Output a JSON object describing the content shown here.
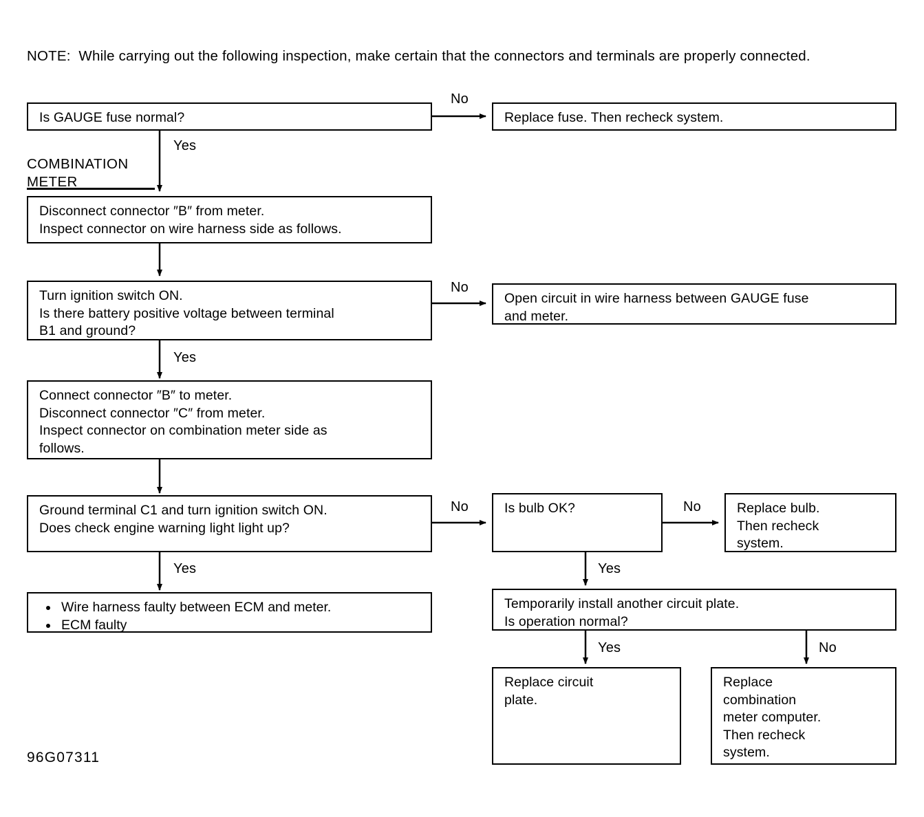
{
  "page": {
    "note": "NOTE:  While carrying out the following inspection, make certain that the connectors and terminals are properly connected.",
    "figure_id": "96G07311",
    "section_label": "COMBINATION\nMETER",
    "ink_color": "#000000",
    "background_color": "#ffffff"
  },
  "boxes": {
    "gauge_fuse": "Is GAUGE fuse normal?",
    "replace_fuse": "Replace fuse. Then recheck system.",
    "disconnect_b": "Disconnect connector ″B″ from meter.\nInspect connector on wire harness side as follows.",
    "battery_voltage": "Turn ignition switch ON.\nIs there battery positive voltage between terminal\nB1 and ground?",
    "open_circuit": "Open circuit in wire harness between GAUGE fuse\nand meter.",
    "connect_b_disconnect_c": "Connect connector ″B″ to meter.\nDisconnect connector ″C″ from meter.\nInspect connector on combination meter side as\nfollows.",
    "ground_c1": "Ground terminal C1 and turn ignition switch ON.\nDoes check engine warning light light up?",
    "faulty_list": [
      "Wire harness faulty between ECM and meter.",
      "ECM faulty"
    ],
    "is_bulb_ok": "Is bulb OK?",
    "replace_bulb": "Replace bulb.\nThen recheck\nsystem.",
    "circuit_plate_test": "Temporarily install another circuit plate.\nIs operation normal?",
    "replace_circuit_plate": "Replace circuit\nplate.",
    "replace_meter_computer": "Replace\ncombination\nmeter computer.\nThen recheck\nsystem."
  },
  "edge_labels": {
    "fuse_no": "No",
    "fuse_yes": "Yes",
    "voltage_no": "No",
    "voltage_yes": "Yes",
    "ground_no": "No",
    "ground_yes": "Yes",
    "bulb_no": "No",
    "bulb_yes": "Yes",
    "plate_yes": "Yes",
    "plate_no": "No"
  },
  "chart_data": {
    "type": "flowchart",
    "title": "Check engine warning light diagnostic flow",
    "nodes": [
      {
        "id": "gauge_fuse",
        "kind": "decision",
        "text": "Is GAUGE fuse normal?"
      },
      {
        "id": "replace_fuse",
        "kind": "action",
        "text": "Replace fuse. Then recheck system."
      },
      {
        "id": "disconnect_b",
        "kind": "action",
        "text": "Disconnect connector ″B″ from meter. Inspect connector on wire harness side as follows."
      },
      {
        "id": "battery_voltage",
        "kind": "decision",
        "text": "Turn ignition switch ON. Is there battery positive voltage between terminal B1 and ground?"
      },
      {
        "id": "open_circuit",
        "kind": "action",
        "text": "Open circuit in wire harness between GAUGE fuse and meter."
      },
      {
        "id": "connect_b_disconnect_c",
        "kind": "action",
        "text": "Connect connector ″B″ to meter. Disconnect connector ″C″ from meter. Inspect connector on combination meter side as follows."
      },
      {
        "id": "ground_c1",
        "kind": "decision",
        "text": "Ground terminal C1 and turn ignition switch ON. Does check engine warning light light up?"
      },
      {
        "id": "faulty_list",
        "kind": "result",
        "text": "Wire harness faulty between ECM and meter. / ECM faulty"
      },
      {
        "id": "is_bulb_ok",
        "kind": "decision",
        "text": "Is bulb OK?"
      },
      {
        "id": "replace_bulb",
        "kind": "action",
        "text": "Replace bulb. Then recheck system."
      },
      {
        "id": "circuit_plate_test",
        "kind": "decision",
        "text": "Temporarily install another circuit plate. Is operation normal?"
      },
      {
        "id": "replace_circuit_plate",
        "kind": "action",
        "text": "Replace circuit plate."
      },
      {
        "id": "replace_meter_computer",
        "kind": "action",
        "text": "Replace combination meter computer. Then recheck system."
      }
    ],
    "edges": [
      {
        "from": "gauge_fuse",
        "to": "replace_fuse",
        "label": "No"
      },
      {
        "from": "gauge_fuse",
        "to": "disconnect_b",
        "label": "Yes"
      },
      {
        "from": "disconnect_b",
        "to": "battery_voltage",
        "label": ""
      },
      {
        "from": "battery_voltage",
        "to": "open_circuit",
        "label": "No"
      },
      {
        "from": "battery_voltage",
        "to": "connect_b_disconnect_c",
        "label": "Yes"
      },
      {
        "from": "connect_b_disconnect_c",
        "to": "ground_c1",
        "label": ""
      },
      {
        "from": "ground_c1",
        "to": "is_bulb_ok",
        "label": "No"
      },
      {
        "from": "ground_c1",
        "to": "faulty_list",
        "label": "Yes"
      },
      {
        "from": "is_bulb_ok",
        "to": "replace_bulb",
        "label": "No"
      },
      {
        "from": "is_bulb_ok",
        "to": "circuit_plate_test",
        "label": "Yes"
      },
      {
        "from": "circuit_plate_test",
        "to": "replace_circuit_plate",
        "label": "Yes"
      },
      {
        "from": "circuit_plate_test",
        "to": "replace_meter_computer",
        "label": "No"
      }
    ]
  }
}
